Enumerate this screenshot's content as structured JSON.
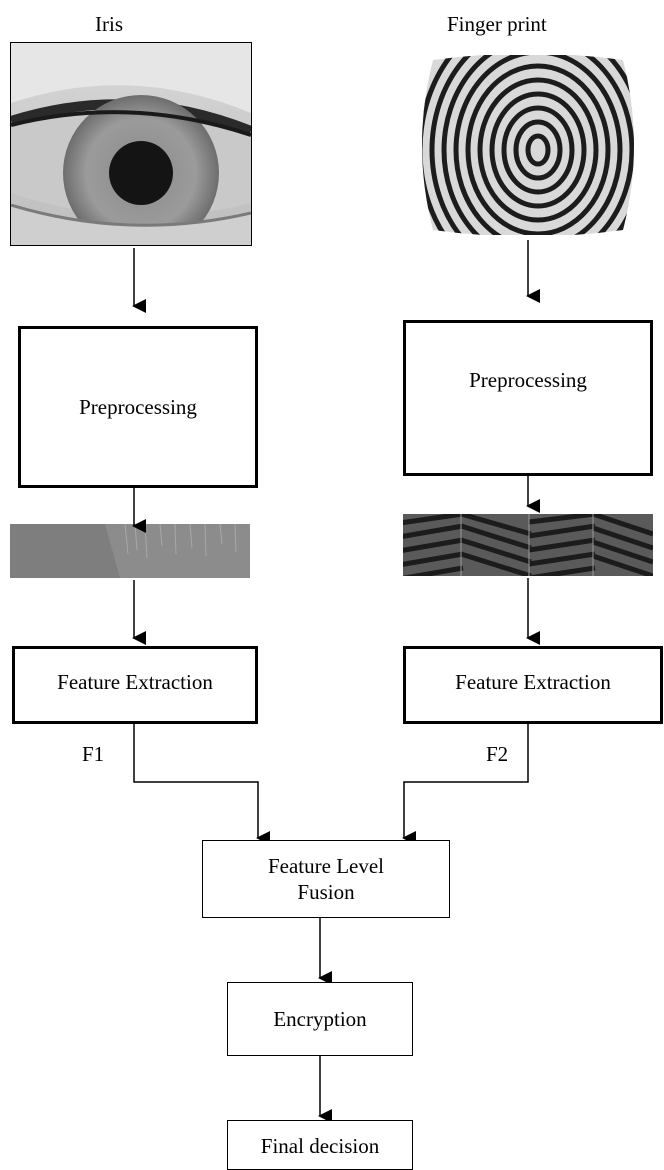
{
  "inputs": {
    "iris_title": "Iris",
    "fingerprint_title": "Finger print"
  },
  "left_branch": {
    "preprocessing": "Preprocessing",
    "feature_extraction": "Feature Extraction",
    "feature_label": "F1"
  },
  "right_branch": {
    "preprocessing": "Preprocessing",
    "feature_extraction": "Feature Extraction",
    "feature_label": "F2"
  },
  "fusion": {
    "line1": "Feature Level",
    "line2": "Fusion"
  },
  "encryption": "Encryption",
  "final": "Final decision"
}
